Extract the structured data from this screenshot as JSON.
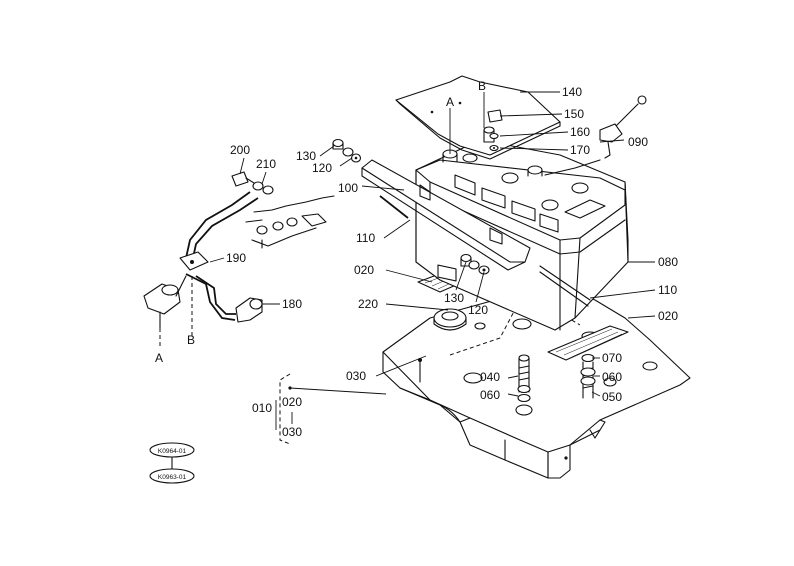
{
  "labels": {
    "p010": "010",
    "p020": "020",
    "p030": "030",
    "p030b": "030",
    "p040": "040",
    "p050": "050",
    "p060a": "060",
    "p060b": "060",
    "p070": "070",
    "p080": "080",
    "p090": "090",
    "p100": "100",
    "p110a": "110",
    "p110b": "110",
    "p120a": "120",
    "p120b": "120",
    "p130a": "130",
    "p130b": "130",
    "p140": "140",
    "p150": "150",
    "p160": "160",
    "p170": "170",
    "p180": "180",
    "p190": "190",
    "p200": "200",
    "p210": "210",
    "p220": "220",
    "p020b": "020",
    "p020c": "020",
    "refA": "A",
    "refB": "B",
    "refA2": "A",
    "refB2": "B"
  },
  "stamps": {
    "code1": "K0964-01",
    "code2": "K0963-01"
  }
}
